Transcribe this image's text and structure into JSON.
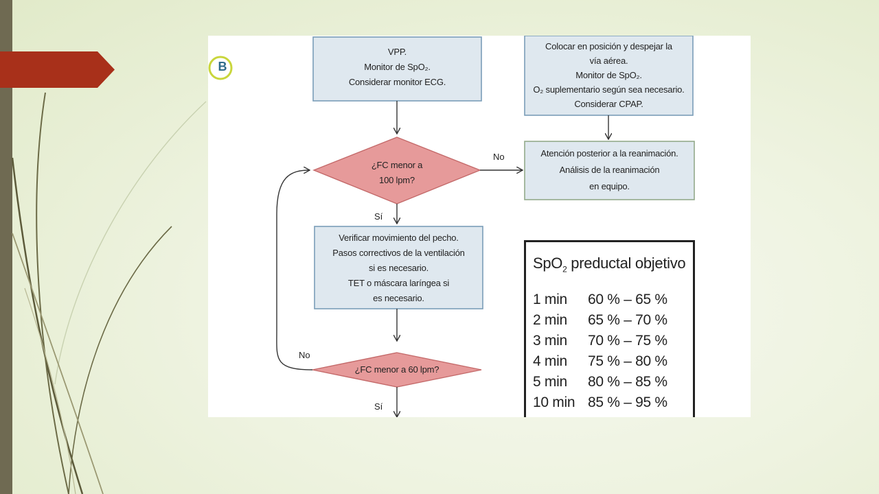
{
  "figure": {
    "badge": "B",
    "nodes": {
      "vpp": [
        "VPP.",
        "Monitor de SpO₂.",
        "Considerar monitor ECG."
      ],
      "position": [
        "Colocar en posición y despejar la",
        "vía aérea.",
        "Monitor de SpO₂.",
        "O₂ suplementario según sea necesario.",
        "Considerar CPAP."
      ],
      "fc100": [
        "¿FC menor a",
        "100 lpm?"
      ],
      "post": [
        "Atención posterior a la reanimación.",
        "Análisis de la reanimación",
        "en equipo."
      ],
      "verify": [
        "Verificar movimiento del pecho.",
        "Pasos correctivos de la ventilación",
        "si es necesario.",
        "TET o máscara laríngea si",
        "es necesario."
      ],
      "fc60": [
        "¿FC menor a 60 lpm?"
      ]
    },
    "edge_labels": {
      "no_right": "No",
      "si_1": "Sí",
      "no_left": "No",
      "si_2": "Sí"
    },
    "table": {
      "title_prefix": "SpO",
      "title_sub": "2",
      "title_suffix": " preductal objetivo",
      "rows": [
        {
          "time": "1 min",
          "range": "60 % – 65 %"
        },
        {
          "time": "2 min",
          "range": "65 % – 70 %"
        },
        {
          "time": "3 min",
          "range": "70 % – 75 %"
        },
        {
          "time": "4 min",
          "range": "75 % – 80 %"
        },
        {
          "time": "5 min",
          "range": "80 % – 85 %"
        },
        {
          "time": "10 min",
          "range": "85 % – 95 %"
        }
      ]
    }
  },
  "colors": {
    "accent_tab": "#a8301a",
    "side_bar": "#6f6a52",
    "box_fill": "#dfe8ef",
    "box_border": "#7a9db8",
    "box_border_green": "#93a98a",
    "diamond_fill": "#e69a9a",
    "diamond_border": "#c46a6a",
    "badge_ring": "#c9d63b"
  }
}
